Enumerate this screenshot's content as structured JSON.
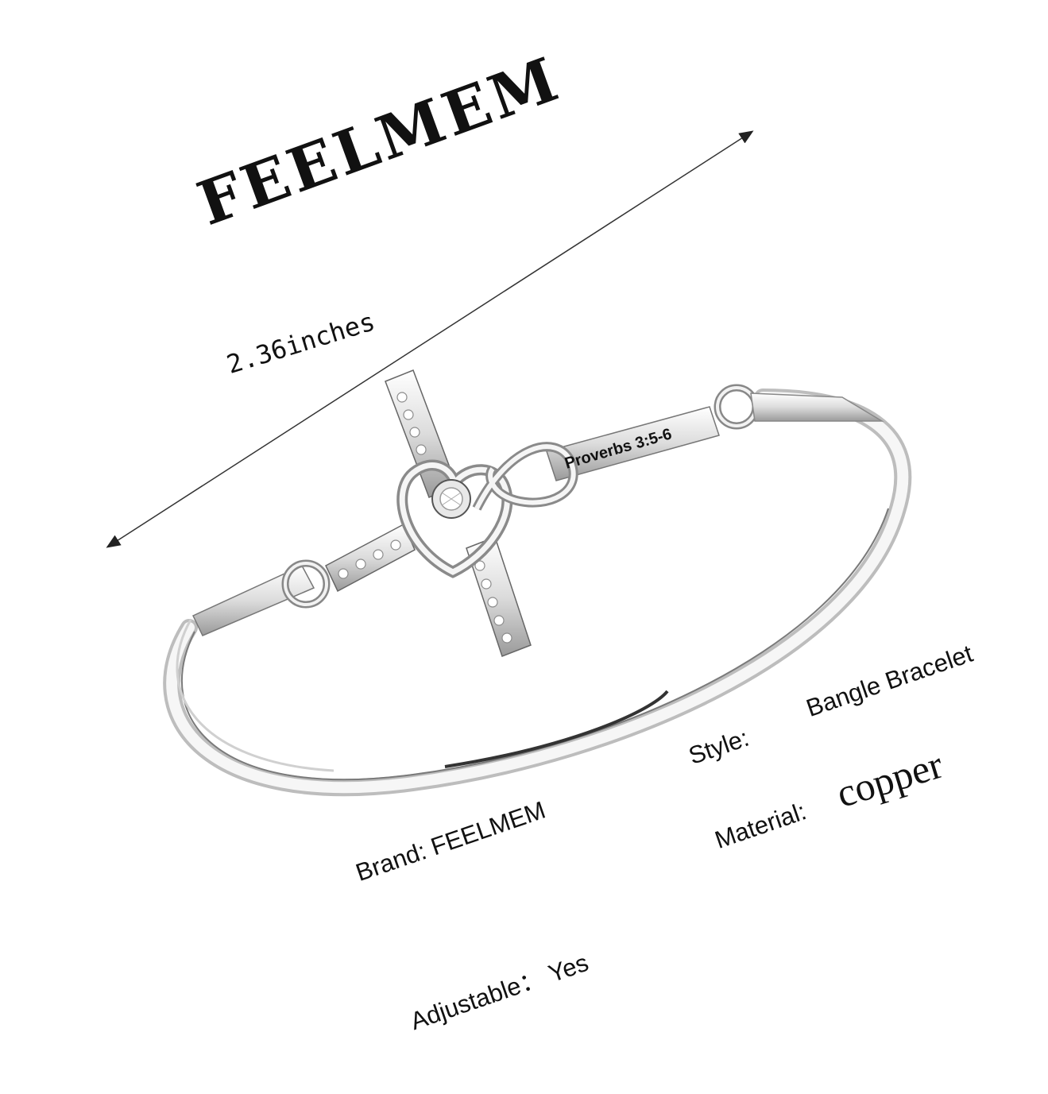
{
  "brand_logo": "FEELMEM",
  "dimension": "2.36inches",
  "engraving": "Proverbs 3:5-6",
  "specs": {
    "style_label": "Style:",
    "style_value": "Bangle Bracelet",
    "material_label": "Material:",
    "material_value": "copper",
    "brand_line": "Brand: FEELMEM",
    "adjustable_line": "Adjustable： Yes"
  },
  "colors": {
    "background": "#ffffff",
    "text": "#111111",
    "metal_light": "#f4f4f4",
    "metal_dark": "#8a8a8a"
  }
}
